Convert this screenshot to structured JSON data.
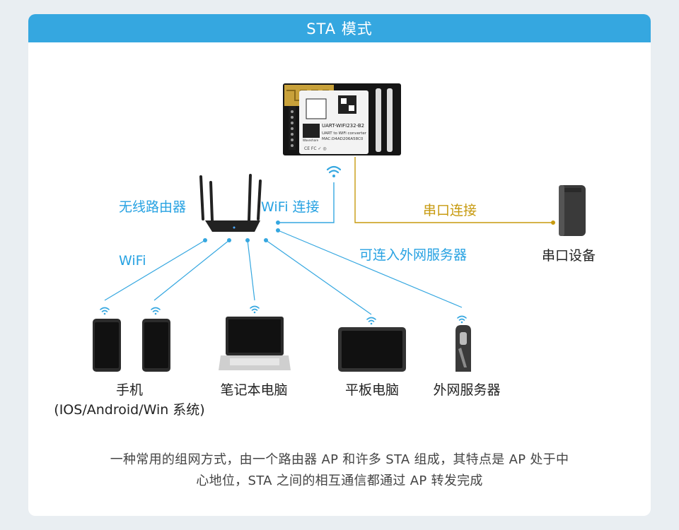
{
  "header": {
    "title": "STA 模式"
  },
  "module": {
    "label_line1": "UART-WIFI232-B2",
    "label_line2": "UART to WiFi converter",
    "label_line3": "MAC:D4AD206A58C0",
    "brand": "Waveshare"
  },
  "labels": {
    "router": "无线路由器",
    "wifi_connect": "WiFi 连接",
    "serial_connect": "串口连接",
    "serial_device": "串口设备",
    "wifi": "WiFi",
    "external_server_access": "可连入外网服务器"
  },
  "devices": {
    "phone": "手机",
    "phone_os": "(IOS/Android/Win 系统)",
    "laptop": "笔记本电脑",
    "tablet": "平板电脑",
    "server": "外网服务器"
  },
  "caption": {
    "line1": "一种常用的组网方式，由一个路由器 AP 和许多 STA 组成，其特点是 AP 处于中",
    "line2": "心地位，STA 之间的相互通信都通过 AP 转发完成"
  },
  "colors": {
    "accent_blue": "#35a7e0",
    "label_blue": "#27a2e2",
    "serial_gold": "#c79a0f"
  }
}
